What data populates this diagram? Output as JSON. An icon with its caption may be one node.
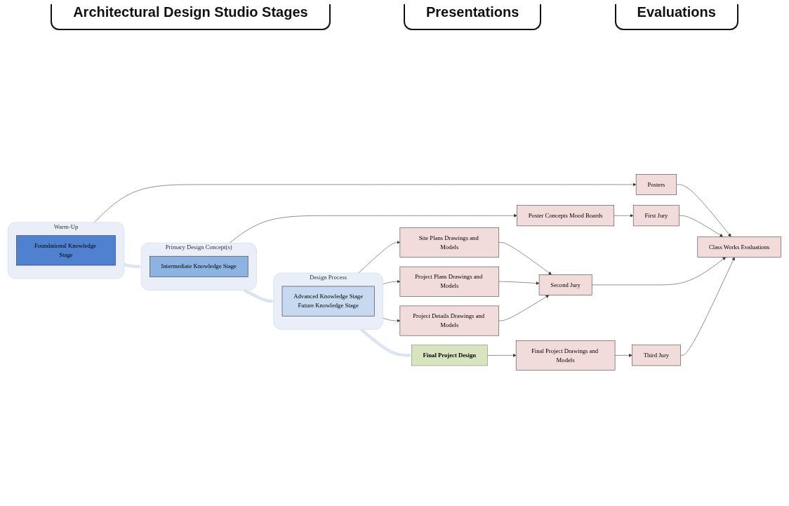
{
  "diagram": {
    "nodes": [
      {
        "text": [
          "Warm-Up"
        ]
      },
      {
        "text": [
          "Foundational Knowledge Stage"
        ],
        "in": 0
      },
      {
        "text": [
          "Primary Design Concept(s)"
        ]
      },
      {
        "text": [
          "Intermediate Knowledge Stage"
        ],
        "in": 2
      },
      {
        "text": [
          "Design Process"
        ]
      },
      {
        "text": [
          "Advanced Knowledge Stage",
          "Future Knowledge Stage"
        ],
        "in": 4
      },
      {
        "text": [
          "Final Project Design"
        ]
      },
      {
        "text": [
          "Posters"
        ]
      },
      {
        "text": [
          "Poster Concepts Mood Boards"
        ]
      },
      {
        "text": [
          "Site Plans Drawings and Models"
        ]
      },
      {
        "text": [
          "Project Plans Drawings and Models"
        ]
      },
      {
        "text": [
          "Project Details Drawings and Models"
        ]
      },
      {
        "text": [
          "Final Project Drawings and Models"
        ]
      },
      {
        "text": [
          "First Jury"
        ]
      },
      {
        "text": [
          "Second Jury"
        ]
      },
      {
        "text": [
          "Third Jury"
        ]
      },
      {
        "text": [
          "Class Works Evaluations"
        ]
      }
    ],
    "edges": [
      {
        "from": 0,
        "to": 2,
        "arrow": "to",
        "style": "thick",
        "color": "#dce4f2"
      },
      {
        "from": 2,
        "to": 4,
        "arrow": "to",
        "style": "thick",
        "color": "#dce4f2"
      },
      {
        "from": 4,
        "to": 6,
        "arrow": "to",
        "style": "thick",
        "color": "#dce4f2"
      },
      {
        "from": 0,
        "to": 7,
        "arrow": "to"
      },
      {
        "from": 7,
        "to": 16,
        "arrow": "to"
      },
      {
        "from": 2,
        "to": 8,
        "arrow": "to"
      },
      {
        "from": 8,
        "to": 13,
        "arrow": "to"
      },
      {
        "from": 13,
        "to": 16,
        "arrow": "to"
      },
      {
        "from": 4,
        "to": 9,
        "arrow": "to"
      },
      {
        "from": 4,
        "to": 10,
        "arrow": "to"
      },
      {
        "from": 4,
        "to": 11,
        "arrow": "to"
      },
      {
        "from": 9,
        "to": 14,
        "arrow": "to"
      },
      {
        "from": 10,
        "to": 14,
        "arrow": "to"
      },
      {
        "from": 11,
        "to": 14,
        "arrow": "to"
      },
      {
        "from": 14,
        "to": 16,
        "arrow": "to"
      },
      {
        "from": 6,
        "to": 12,
        "arrow": "to"
      },
      {
        "from": 12,
        "to": 15,
        "arrow": "to"
      },
      {
        "from": 15,
        "to": 16,
        "arrow": "to"
      }
    ],
    "labels": [
      "Architectural Design Studio Stages",
      "Presentations",
      "Evaluations"
    ]
  }
}
